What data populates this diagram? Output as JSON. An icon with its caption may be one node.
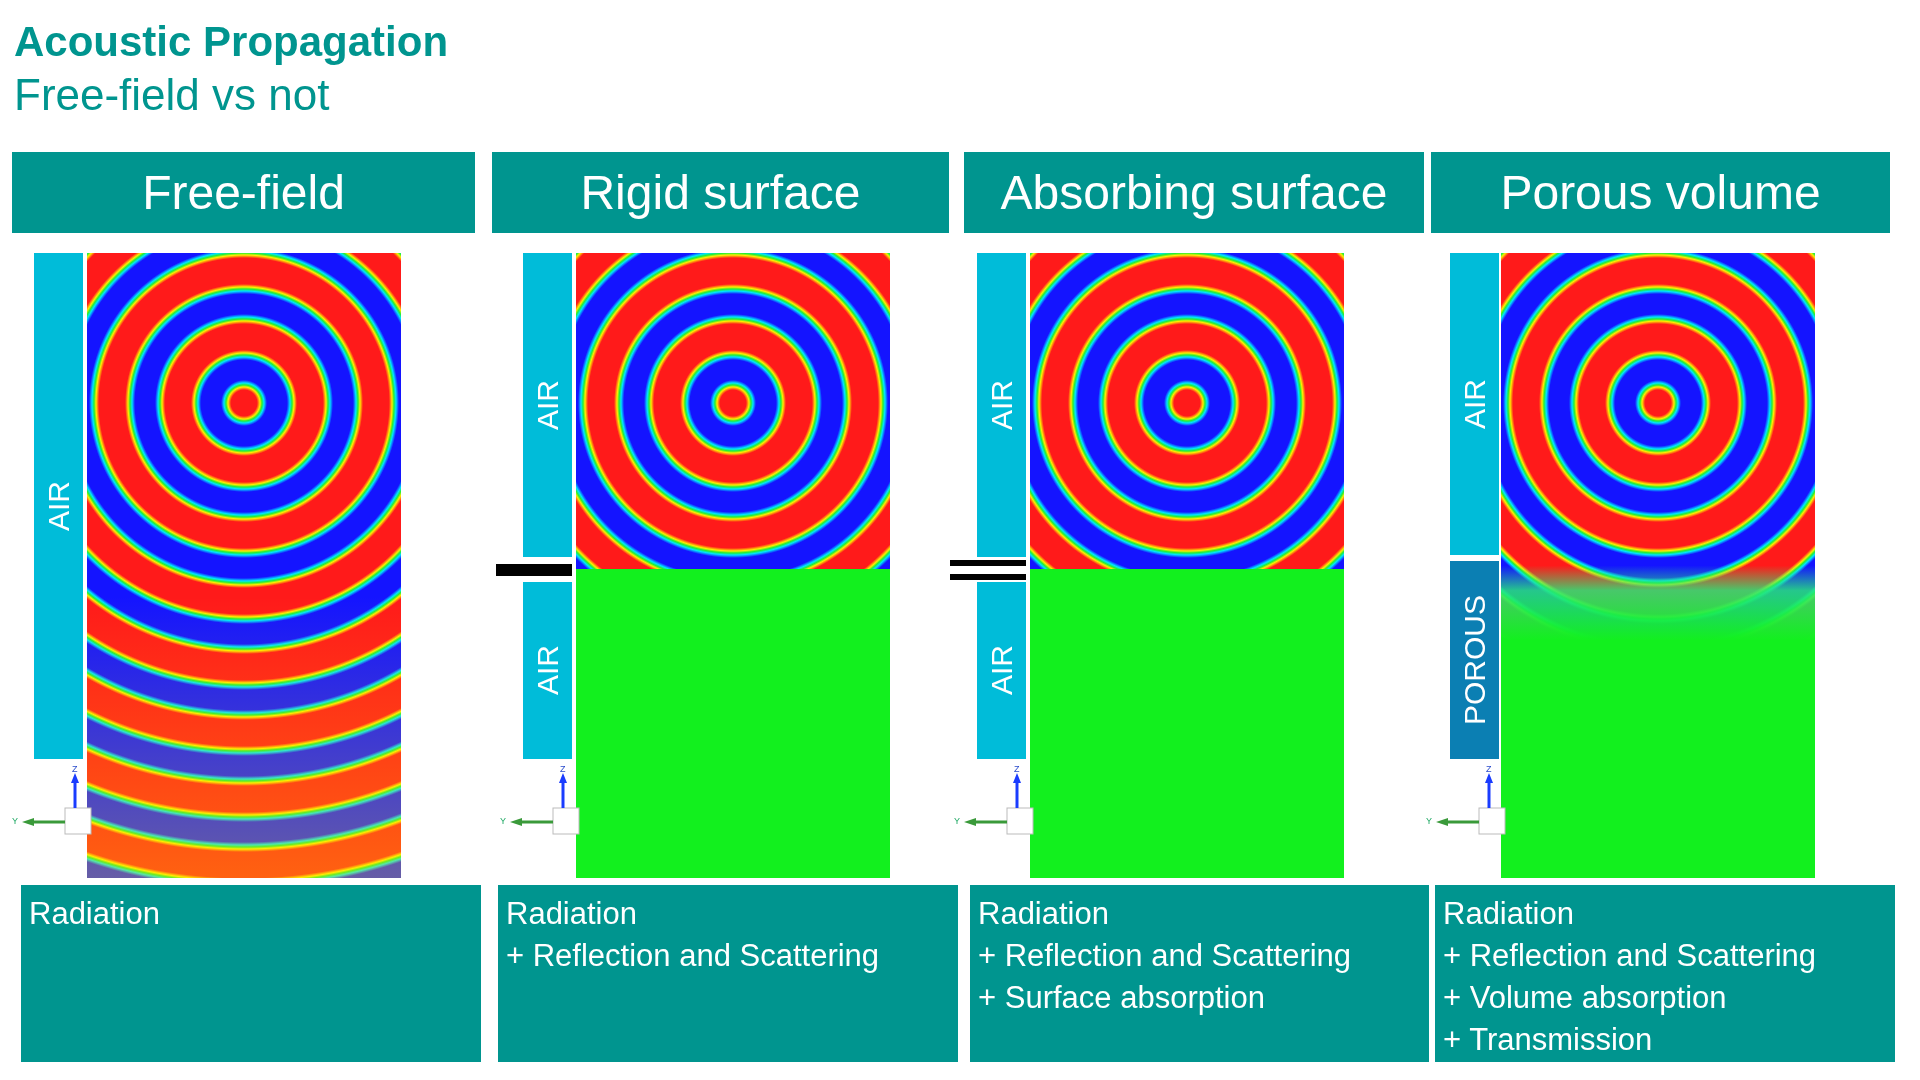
{
  "diagram": {
    "title": "Acoustic Propagation",
    "nodes": [
      {
        "text": [
          "Free-field"
        ]
      },
      {
        "text": [
          "Rigid surface"
        ]
      },
      {
        "text": [
          "Absorbing surface"
        ]
      },
      {
        "text": [
          "Porous volume"
        ]
      },
      {
        "text": [
          "AIR"
        ]
      },
      {
        "text": [
          "AIR"
        ]
      },
      {
        "text": [
          "AIR"
        ]
      },
      {
        "text": [
          "AIR"
        ]
      },
      {
        "text": [
          "AIR"
        ]
      },
      {
        "text": [
          "AIR"
        ]
      },
      {
        "text": [
          "POROUS"
        ]
      },
      {
        "text": [
          "Radiation"
        ]
      },
      {
        "text": [
          "Radiation",
          "+ Reflection and Scattering"
        ]
      },
      {
        "text": [
          "Radiation",
          "+ Reflection and Scattering",
          "+ Surface absorption"
        ]
      },
      {
        "text": [
          "Radiation",
          "+ Reflection and Scattering",
          "+ Volume absorption",
          "+ Transmission"
        ]
      }
    ],
    "labels": [
      "Free-field vs not",
      "Z",
      "Y",
      "Z",
      "Y",
      "Z",
      "Y",
      "Z",
      "Y"
    ]
  }
}
